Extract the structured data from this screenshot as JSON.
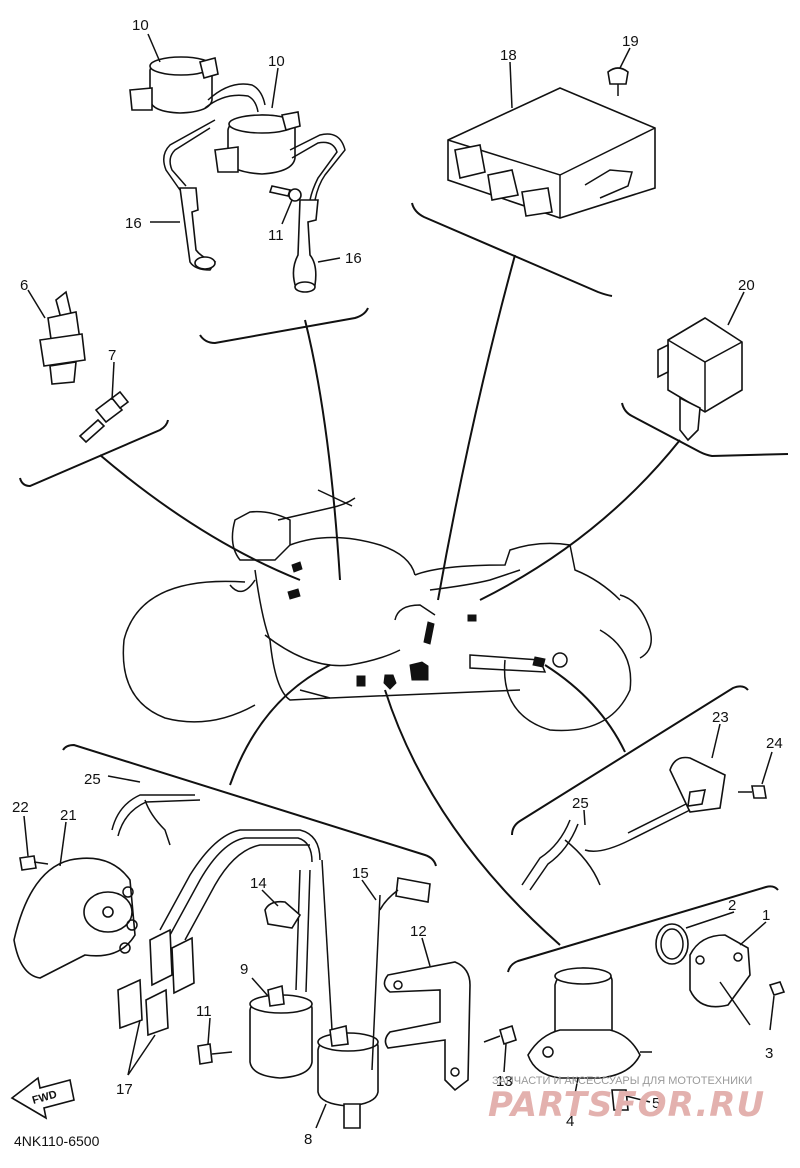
{
  "labels": {
    "p1": "1",
    "p2": "2",
    "p3": "3",
    "p4": "4",
    "p5": "5",
    "p6": "6",
    "p7": "7",
    "p8": "8",
    "p9": "9",
    "p10a": "10",
    "p10b": "10",
    "p11a": "11",
    "p11b": "11",
    "p12": "12",
    "p13": "13",
    "p14": "14",
    "p15": "15",
    "p16a": "16",
    "p16b": "16",
    "p17": "17",
    "p18": "18",
    "p19": "19",
    "p20": "20",
    "p21": "21",
    "p22": "22",
    "p23": "23",
    "p24": "24",
    "p25a": "25",
    "p25b": "25"
  },
  "fwd_label": "FWD",
  "diagram_code": "4NK110-6500",
  "watermark": {
    "caption": "ЗАПЧАСТИ И АКСЕССУАРЫ ДЛЯ МОТОТЕХНИКИ",
    "brand": "PARTSFOR.RU"
  }
}
